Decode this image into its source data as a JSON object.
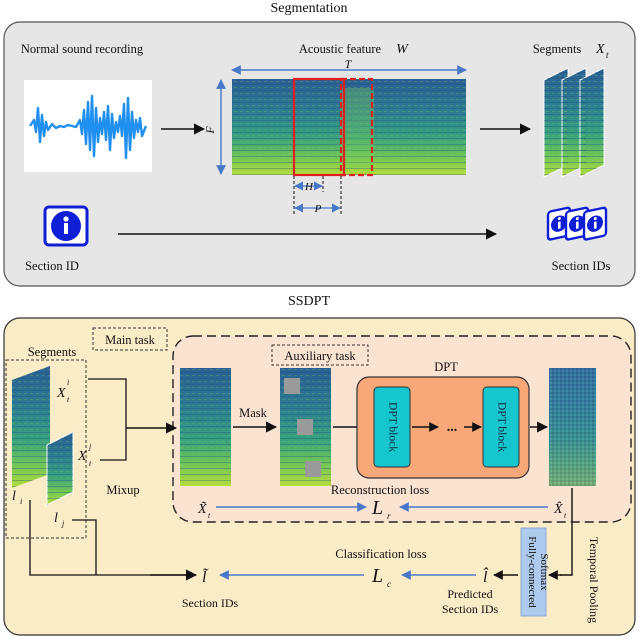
{
  "segmentation": {
    "title": "Segmentation",
    "normal_sound_label": "Normal sound recording",
    "acoustic_feature_label": "Acoustic feature",
    "acoustic_feature_symbol": "W",
    "dim_T": "T",
    "dim_F": "F",
    "dim_H": "H",
    "dim_P": "P",
    "segments_label": "Segments",
    "segments_symbol": "X",
    "segments_sub": "t",
    "section_id_label": "Section ID",
    "section_ids_label": "Section IDs"
  },
  "ssdpt": {
    "title": "SSDPT",
    "main_task_label": "Main task",
    "auxiliary_task_label": "Auxiliary task",
    "segments_label": "Segments",
    "x_i": "X",
    "x_i_sub": "t",
    "x_i_sup": "i",
    "x_j": "X",
    "x_j_sub": "t",
    "x_j_sup": "j",
    "l_i": "l",
    "l_i_sub": "i",
    "l_j": "l",
    "l_j_sub": "j",
    "mixup_label": "Mixup",
    "mask_label": "Mask",
    "dpt_label": "DPT",
    "dpt_block_label": "DPT block",
    "ellipsis": "...",
    "reconstruction_loss_label": "Reconstruction loss",
    "loss_r_symbol": "L",
    "loss_r_sub": "r",
    "x_tilde": "X̃",
    "x_tilde_sub": "t",
    "x_hat": "X̂",
    "x_hat_sub": "t",
    "fc_softmax_line1": "Fully-connected",
    "fc_softmax_line2": "Softmax",
    "temporal_pooling_label": "Temporal Pooling",
    "classification_loss_label": "Classification loss",
    "loss_c_symbol": "L",
    "loss_c_sub": "c",
    "l_tilde": "l̃",
    "l_hat": "l̂",
    "predicted_line1": "Predicted",
    "predicted_line2": "Section IDs",
    "section_ids_label": "Section IDs"
  },
  "colors": {
    "panel_gray": "#e6e6e6",
    "panel_cream": "#fbecc8",
    "inner_pink": "#fbe3d2",
    "dpt_orange": "#f8a778",
    "dpt_block": "#15c6cf",
    "fc_box": "#aecbee",
    "arrow_blue": "#4a78c8",
    "crop_red": "#e02020",
    "waveform_blue": "#1f8ff0",
    "icon_blue": "#0e1fd6"
  }
}
